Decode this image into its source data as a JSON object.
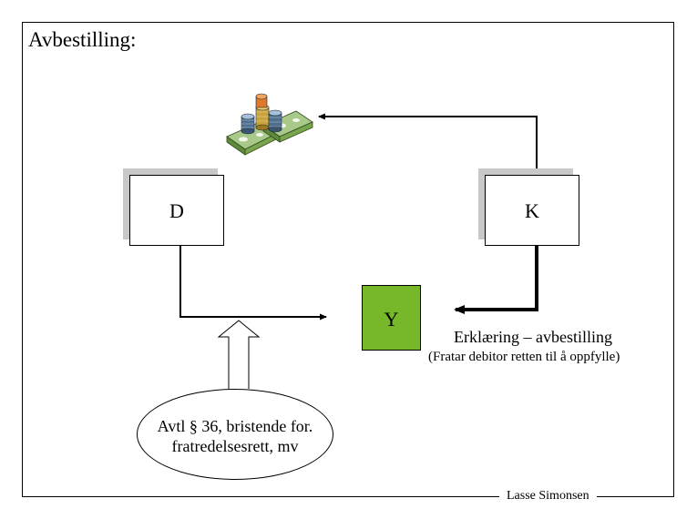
{
  "slide": {
    "title": "Avbestilling:",
    "author": "Lasse Simonsen"
  },
  "parties": {
    "debtor": "D",
    "creditor": "K",
    "third_party": "Y"
  },
  "declaration": {
    "label": "Erklæring – avbestilling",
    "note": "(Fratar debitor retten til å oppfylle)"
  },
  "basis": {
    "text": "Avtl § 36, bristende for. fratredelsesrett, mv"
  },
  "icons": {
    "money": "money-stack-icon",
    "hollow_arrow": "up-arrow-icon"
  },
  "colors": {
    "third_party_fill": "#76b82a",
    "box_shadow": "#c8c8c8",
    "line": "#000000"
  }
}
